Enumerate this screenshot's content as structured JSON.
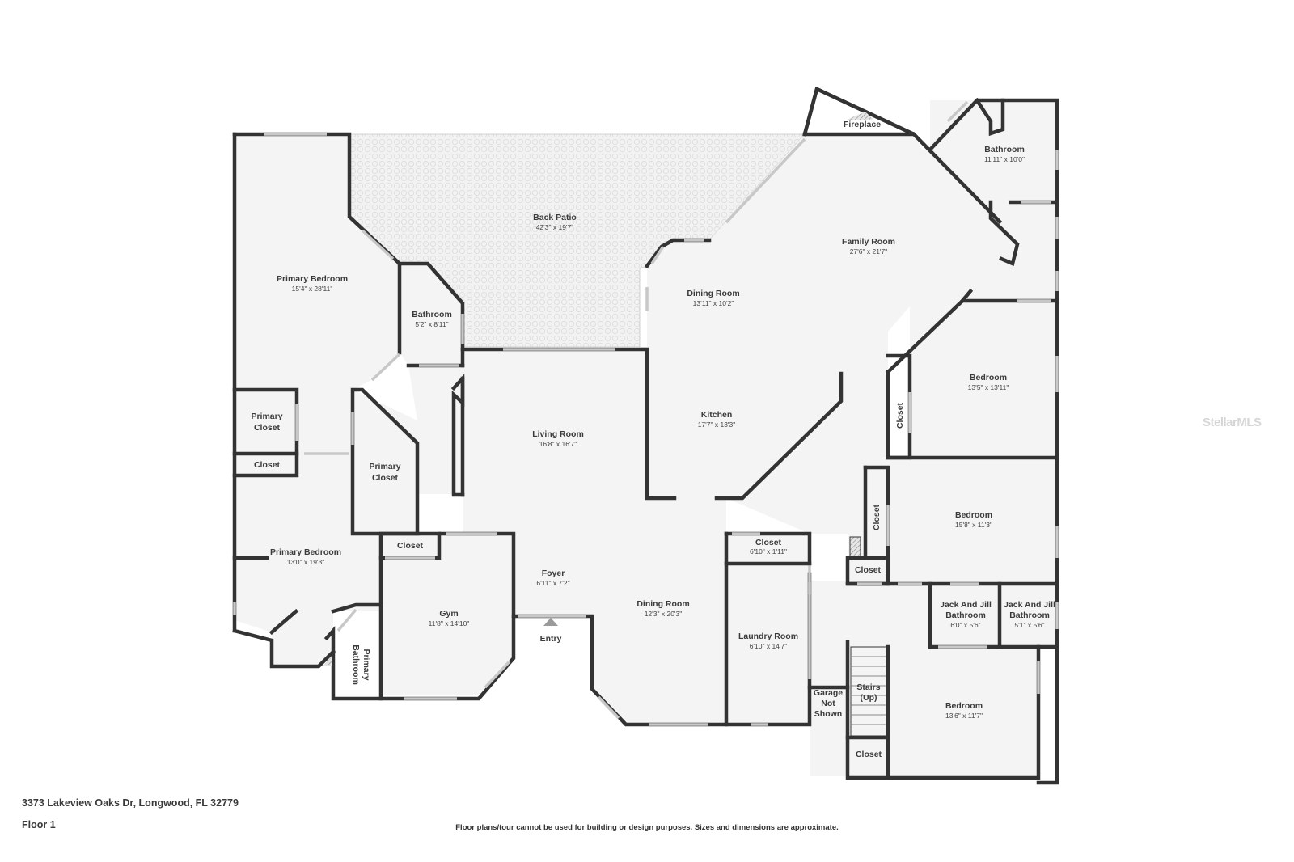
{
  "rooms": {
    "back_patio": {
      "name": "Back Patio",
      "dim": "42'3\" x 19'7\""
    },
    "primary_bedroom_1": {
      "name": "Primary Bedroom",
      "dim": "15'4\" x 28'11\""
    },
    "bathroom_small": {
      "name": "Bathroom",
      "dim": "5'2\" x 8'11\""
    },
    "primary_closet_1": {
      "name_line1": "Primary",
      "name_line2": "Closet"
    },
    "closet_left": {
      "name": "Closet"
    },
    "primary_closet_2": {
      "name_line1": "Primary",
      "name_line2": "Closet"
    },
    "primary_bedroom_2": {
      "name": "Primary Bedroom",
      "dim": "13'0\" x 19'3\""
    },
    "primary_bathroom": {
      "name_line1": "Primary",
      "name_line2": "Bathroom"
    },
    "closet_gym": {
      "name": "Closet"
    },
    "gym": {
      "name": "Gym",
      "dim": "11'8\" x 14'10\""
    },
    "living_room": {
      "name": "Living Room",
      "dim": "16'8\" x 16'7\""
    },
    "foyer": {
      "name": "Foyer",
      "dim": "6'11\" x 7'2\""
    },
    "entry": {
      "name": "Entry"
    },
    "dining_room_lower": {
      "name": "Dining Room",
      "dim": "12'3\" x 20'3\""
    },
    "dining_room_upper": {
      "name": "Dining Room",
      "dim": "13'11\" x 10'2\""
    },
    "kitchen": {
      "name": "Kitchen",
      "dim": "17'7\" x 13'3\""
    },
    "family_room": {
      "name": "Family Room",
      "dim": "27'6\" x 21'7\""
    },
    "fireplace": {
      "name": "Fireplace"
    },
    "bathroom_large": {
      "name": "Bathroom",
      "dim": "11'11\" x 10'0\""
    },
    "closet_laundry": {
      "name": "Closet",
      "dim": "6'10\" x 1'11\""
    },
    "laundry_room": {
      "name": "Laundry Room",
      "dim": "6'10\" x 14'7\""
    },
    "garage": {
      "line1": "Garage",
      "line2": "Not",
      "line3": "Shown"
    },
    "stairs": {
      "line1": "Stairs",
      "line2": "(Up)"
    },
    "closet_stairs": {
      "name": "Closet"
    },
    "bedroom_top": {
      "name": "Bedroom",
      "dim": "13'5\" x 13'11\""
    },
    "closet_bed_top": {
      "name": "Closet"
    },
    "bedroom_mid": {
      "name": "Bedroom",
      "dim": "15'8\" x 11'3\""
    },
    "closet_bed_mid_v": {
      "name": "Closet"
    },
    "closet_bed_mid_h": {
      "name": "Closet"
    },
    "jack_jill_1": {
      "line1": "Jack And Jill",
      "line2": "Bathroom",
      "dim": "6'0\" x 5'6\""
    },
    "jack_jill_2": {
      "line1": "Jack And Jill",
      "line2": "Bathroom",
      "dim": "5'1\" x 5'6\""
    },
    "bedroom_bottom": {
      "name": "Bedroom",
      "dim": "13'6\" x 11'7\""
    }
  },
  "footer": {
    "address": "3373 Lakeview Oaks Dr, Longwood, FL 32779",
    "floor": "Floor 1",
    "disclaimer": "Floor plans/tour cannot be used for building or design purposes. Sizes and dimensions are approximate."
  },
  "watermark": "StellarMLS",
  "colors": {
    "wall": "#333333",
    "room_fill": "#f4f4f4",
    "window": "#c8c8c8",
    "text": "#3b3b3b"
  }
}
